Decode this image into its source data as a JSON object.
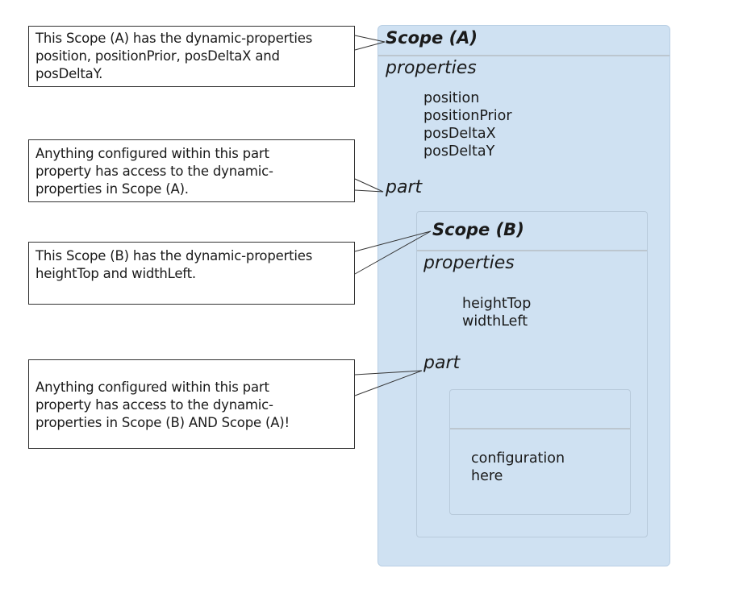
{
  "callouts": {
    "scope_a_note": "This Scope (A) has the dynamic-properties\nposition, positionPrior, posDeltaX and\nposDeltaY.",
    "part_a_note": "Anything configured within this part\nproperty has access to the dynamic-\nproperties in Scope (A).",
    "scope_b_note": "This Scope (B) has the dynamic-properties\nheightTop and widthLeft.",
    "part_b_note": "Anything configured within this part\nproperty has access to the dynamic-\nproperties in Scope (B) AND Scope (A)!"
  },
  "scope_a": {
    "title": "Scope (A)",
    "properties_label": "properties",
    "properties": [
      "position",
      "positionPrior",
      "posDeltaX",
      "posDeltaY"
    ],
    "part_label": "part"
  },
  "scope_b": {
    "title": "Scope (B)",
    "properties_label": "properties",
    "properties": [
      "heightTop",
      "widthLeft"
    ],
    "part_label": "part"
  },
  "inner": {
    "line1": "configuration",
    "line2": "here"
  },
  "colors": {
    "scope_fill": "#cfe1f2",
    "border": "#333333"
  }
}
